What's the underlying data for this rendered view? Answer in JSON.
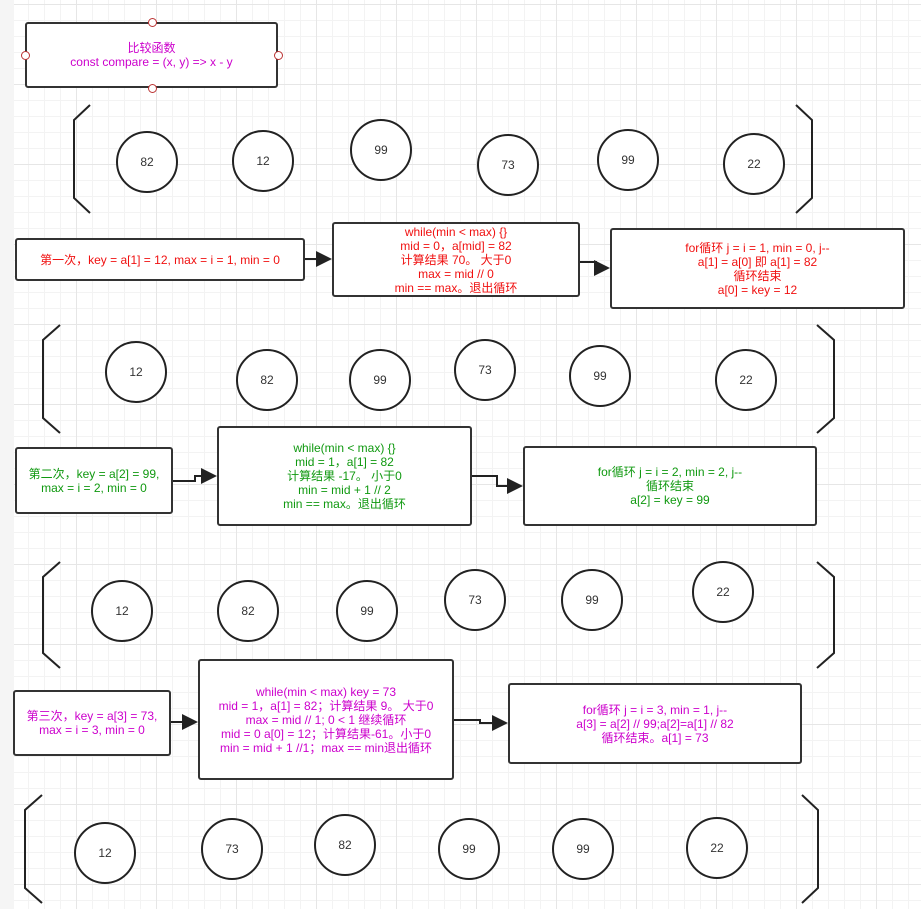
{
  "compare": {
    "lines": [
      "比较函数",
      "const compare = (x, y) => x - y"
    ]
  },
  "arrays": [
    {
      "values": [
        "82",
        "12",
        "99",
        "73",
        "99",
        "22"
      ]
    },
    {
      "values": [
        "12",
        "82",
        "99",
        "73",
        "99",
        "22"
      ]
    },
    {
      "values": [
        "12",
        "82",
        "99",
        "73",
        "99",
        "22"
      ]
    },
    {
      "values": [
        "12",
        "73",
        "82",
        "99",
        "99",
        "22"
      ]
    }
  ],
  "steps": [
    {
      "start": [
        "第一次，key = a[1] = 12, max = i = 1, min = 0"
      ],
      "while": [
        "while(min < max) {}",
        "mid = 0，a[mid] = 82",
        "计算结果 70。 大于0",
        "max = mid // 0",
        "min == max。退出循环"
      ],
      "for": [
        "for循环 j = i = 1, min = 0, j--",
        "a[1] = a[0] 即 a[1] = 82",
        "循环结束",
        "a[0] = key = 12"
      ]
    },
    {
      "start": [
        "第二次，key = a[2] = 99,",
        "max = i = 2, min = 0"
      ],
      "while": [
        "while(min < max) {}",
        "mid = 1，a[1] = 82",
        "计算结果 -17。 小于0",
        "min = mid + 1 // 2",
        "min == max。退出循环"
      ],
      "for": [
        "for循环 j = i = 2, min = 2, j--",
        "循环结束",
        "a[2] = key = 99"
      ]
    },
    {
      "start": [
        "第三次，key = a[3] = 73,",
        "max = i = 3, min = 0"
      ],
      "while": [
        "while(min < max) key = 73",
        "mid = 1，a[1] = 82；计算结果 9。 大于0",
        "max = mid // 1; 0 < 1 继续循环",
        "mid = 0 a[0] = 12；计算结果-61。小于0",
        "min = mid + 1 //1；max == min退出循环"
      ],
      "for": [
        "for循环 j = i = 3, min = 1, j--",
        "a[3] = a[2] // 99;a[2]=a[1] // 82",
        "循环结束。a[1] = 73"
      ]
    }
  ],
  "colors": {
    "step1": "#f01010",
    "step2": "#109910",
    "step3": "#cc00cc"
  }
}
